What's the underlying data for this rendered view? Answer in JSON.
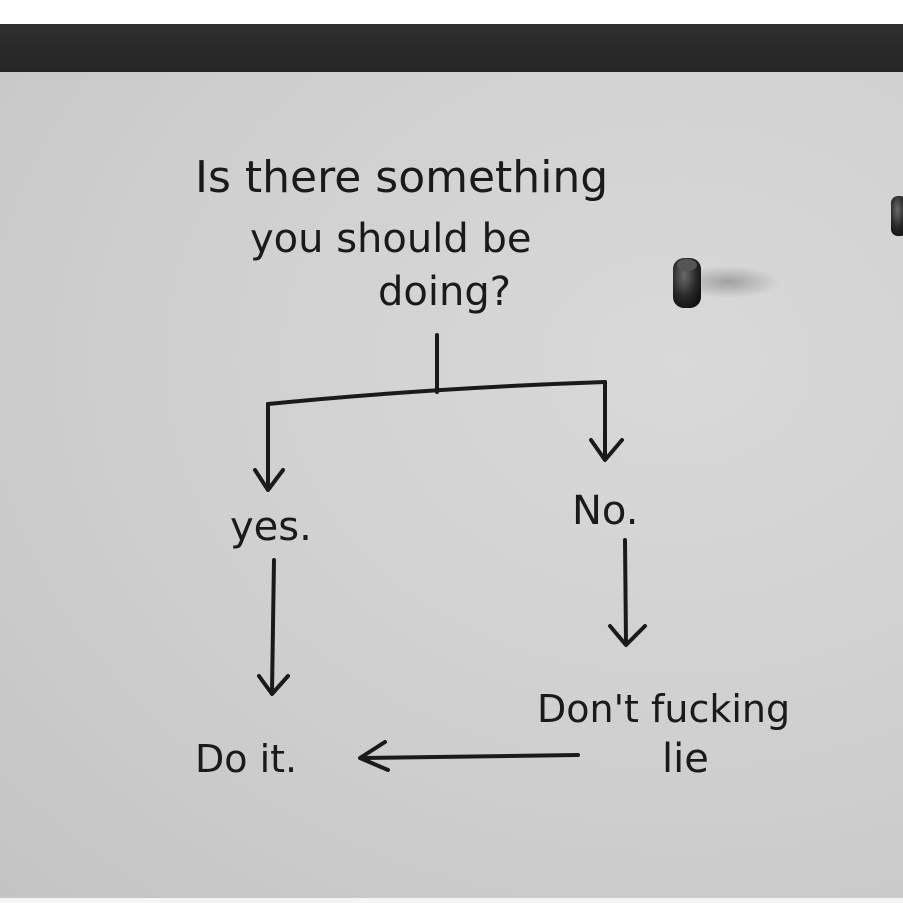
{
  "flowchart": {
    "question_line1": "Is there something",
    "question_line2": "you should be",
    "question_line3": "doing?",
    "yes_label": "yes.",
    "no_label": "No.",
    "do_it_label": "Do it.",
    "lie_line1": "Don't fucking",
    "lie_line2": "lie"
  },
  "colors": {
    "ink": "#1a1a1a",
    "board": "#d2d2d2",
    "frame_bar": "#2b2b2b"
  }
}
